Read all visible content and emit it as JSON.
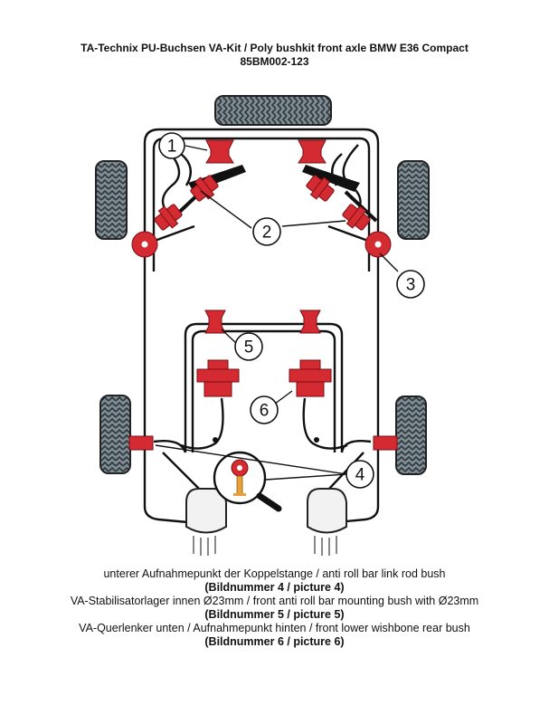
{
  "header": {
    "title": "TA-Technix PU-Buchsen VA-Kit / Poly bushkit front axle BMW E36 Compact",
    "part_number": "85BM002-123"
  },
  "callouts": [
    "1",
    "2",
    "3",
    "4",
    "5",
    "6"
  ],
  "captions": [
    {
      "text": "unterer Aufnahmepunkt der Koppelstange / anti roll bar link rod bush",
      "ref": "(Bildnummer 4 / picture 4)"
    },
    {
      "text": "VA-Stabilisatorlager innen Ø23mm / front anti roll bar mounting bush with Ø23mm",
      "ref": "(Bildnummer 5 / picture 5)"
    },
    {
      "text": "VA-Querlenker unten / Aufnahmepunkt hinten / front lower wishbone rear bush",
      "ref": "(Bildnummer 6 / picture 6)"
    }
  ],
  "colors": {
    "bush": "#d42a32",
    "line": "#111111",
    "tire": "#4a5860"
  }
}
